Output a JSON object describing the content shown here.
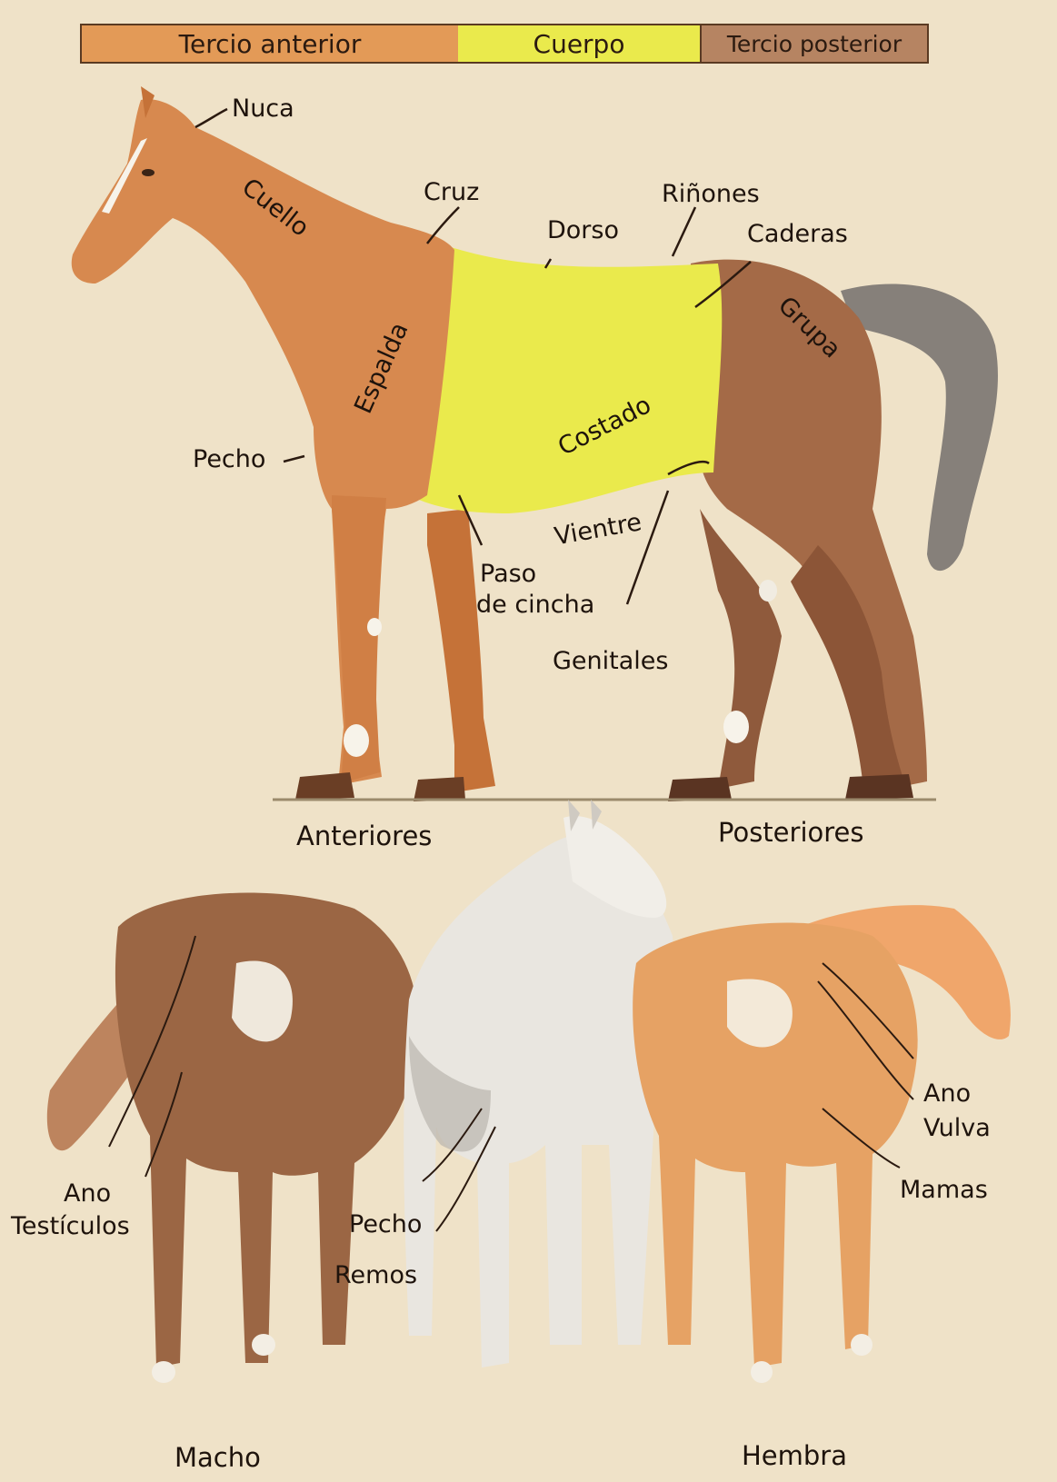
{
  "legend": {
    "anterior": {
      "label": "Tercio anterior",
      "color": "#e39a57"
    },
    "cuerpo": {
      "label": "Cuerpo",
      "color": "#eaea4c"
    },
    "posterior": {
      "label": "Tercio posterior",
      "color": "#b68462"
    }
  },
  "main_labels": {
    "nuca": "Nuca",
    "cuello": "Cuello",
    "cruz": "Cruz",
    "dorso": "Dorso",
    "rinones": "Riñones",
    "caderas": "Caderas",
    "grupa": "Grupa",
    "espalda": "Espalda",
    "costado": "Costado",
    "pecho": "Pecho",
    "vientre": "Vientre",
    "paso_cincha_1": "Paso",
    "paso_cincha_2": "de cincha",
    "genitales": "Genitales",
    "anteriores": "Anteriores",
    "posteriores": "Posteriores"
  },
  "bottom_labels": {
    "macho_ano": "Ano",
    "testiculos": "Testículos",
    "pecho": "Pecho",
    "remos": "Remos",
    "hembra_ano": "Ano",
    "vulva": "Vulva",
    "mamas": "Mamas",
    "macho": "Macho",
    "hembra": "Hembra"
  },
  "colors": {
    "background": "#efe2c8",
    "chestnut_horse": "#d7894f",
    "bay_horse": "#a46a47",
    "grey_horse": "#e9e6e0",
    "tail_grey": "#7d7773",
    "line": "#2b1a10"
  }
}
